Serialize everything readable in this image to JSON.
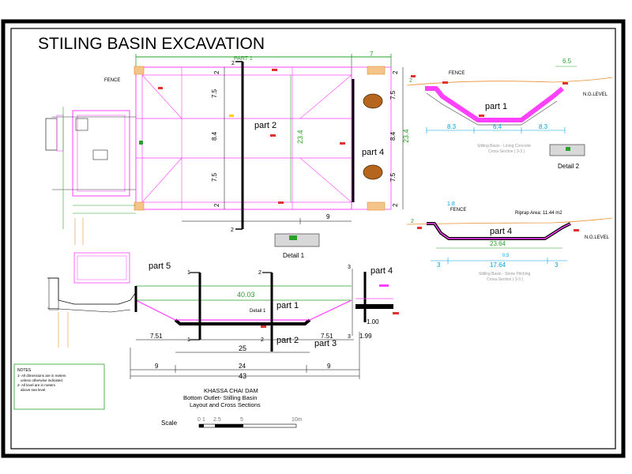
{
  "title": "STILING BASIN EXCAVATION",
  "labels": {
    "fence_plan": "FENCE",
    "fence_xs1": "FENCE",
    "fence_xs2": "FENCE",
    "ng_level_1": "N.G.LEVEL",
    "ng_level_2": "N.G.LEVEL",
    "part1_xs": "part 1",
    "part2_plan": "part 2",
    "part4_plan": "part 4",
    "part4_xs": "part 4",
    "part5_long": "part 5",
    "part4_long": "part 4",
    "part1_long": "part 1",
    "part2_long": "part 2",
    "part3_long": "part 3",
    "detail1": "Detail 1",
    "detail2": "Detail 2",
    "detail1_long": "Detail 1",
    "part1_top": "PART 1",
    "riprap": "Riprap Area: 11.44 m2",
    "xs1_caption_a": "Stilling Basin - Lining Concrete",
    "xs1_caption_b": "Cross-Section ( 3-3 )",
    "xs2_caption_a": "Stilling Basin - Stone Pitching",
    "xs2_caption_b": "Cross-Section ( 3-3 )"
  },
  "plan_dims": {
    "top_right": "7",
    "left_top": "2",
    "left_75a": "7.5",
    "left_84": "8.4",
    "left_75b": "7.5",
    "left_bottom": "2",
    "mid_234": "23.4",
    "right_top": "2",
    "right_75a": "7.5",
    "right_84": "8.4",
    "right_75b": "7.5",
    "right_bottom": "2",
    "far_234": "23.4",
    "bottom_9": "9",
    "section_2_top": "2",
    "section_2_bottom": "2"
  },
  "xs1_dims": {
    "d83a": "8.3",
    "d64": "6.4",
    "d83b": "8.3",
    "d65": "6.5",
    "d2": "2"
  },
  "xs2_dims": {
    "d2": "2",
    "d18": "1.8",
    "d2364": "23.64",
    "d1764": "17.64",
    "d3a": "3",
    "d3b": "3",
    "d05": "0.5"
  },
  "long_dims": {
    "d4003": "40.03",
    "d751a": "7.51",
    "d751b": "7.51",
    "d25": "25",
    "d199": "1.99",
    "d9a": "9",
    "d24": "24",
    "d9b": "9",
    "d43": "43",
    "d100": "1.00",
    "sec1a": "1",
    "sec1b": "1",
    "sec2a": "2",
    "sec2b": "2",
    "sec3a": "3",
    "sec3b": "3"
  },
  "notes": {
    "heading": "NOTES",
    "line1": "1- All dimensions are in meters",
    "line2": "unless otherwise indicated.",
    "line3": "2- All level are in meters",
    "line4": "above sea level."
  },
  "title_block": {
    "line1": "KHASSA CHAI DAM",
    "line2": "Bottom Outlet- Stilling Basin",
    "line3": "Layout and Cross Sections"
  },
  "scale": {
    "label": "Scale",
    "t0": "0",
    "t1": "1",
    "t25": "2.5",
    "t5": "5",
    "t10": "10m"
  },
  "colors": {
    "magenta": "#ff40ff",
    "green": "#2aa02a",
    "cyan": "#00a0e6",
    "orange": "#e89030",
    "brown": "#b5651d"
  }
}
